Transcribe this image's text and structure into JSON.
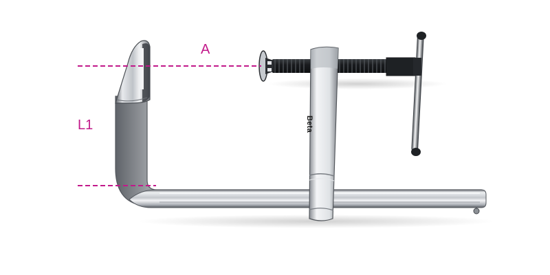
{
  "product": {
    "type": "bar clamp",
    "brand_marking": "Beta"
  },
  "dimensions": {
    "a_label": "A",
    "l1_label": "L1",
    "annotation_color": "#c2188a"
  },
  "colors": {
    "background": "#ffffff",
    "steel_light": "#eef0f2",
    "steel_mid": "#b8bcc2",
    "steel_dark": "#5a5e64",
    "screw_black": "#1f2225"
  }
}
